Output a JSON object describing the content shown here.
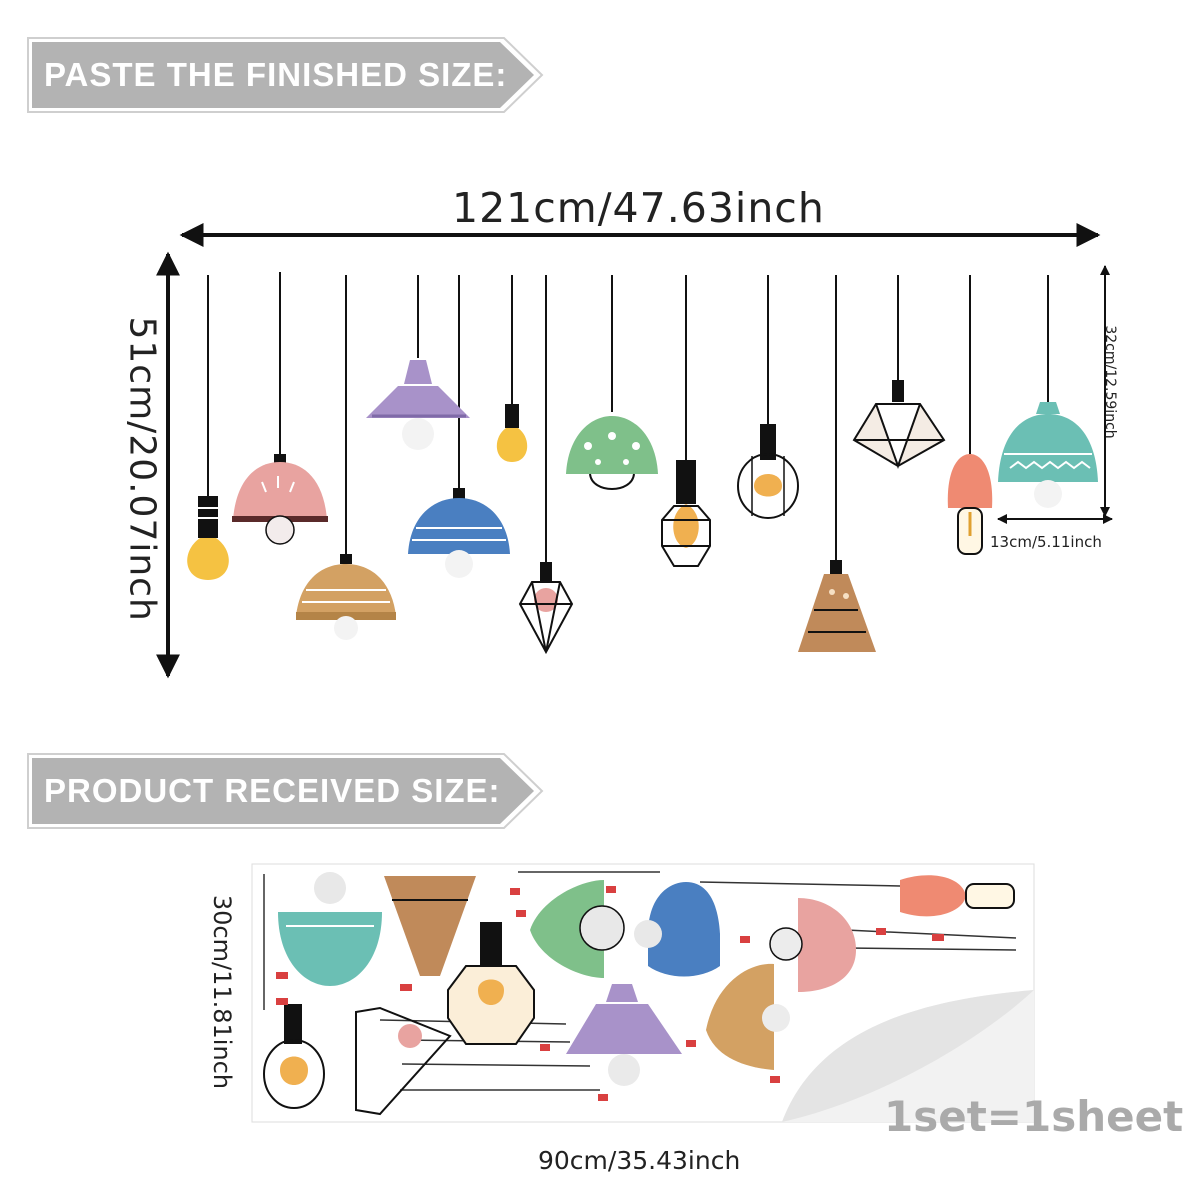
{
  "banners": {
    "finished": "PASTE THE FINISHED SIZE:",
    "received": "PRODUCT RECEIVED SIZE:"
  },
  "finished": {
    "width_label": "121cm/47.63inch",
    "height_label": "51cm/20.07inch",
    "lamp_height_label": "32cm/12.59inch",
    "lamp_width_label": "13cm/5.11inch"
  },
  "received": {
    "height_label": "30cm/11.81inch",
    "width_label": "90cm/35.43inch",
    "set_label": "1set=1sheet"
  },
  "colors": {
    "banner": "#b3b3b3",
    "yellow": "#f5c242",
    "pink": "#e8a3a0",
    "purple": "#a892c9",
    "blue": "#4a7fc1",
    "green": "#7fc08a",
    "orange": "#d89a5f",
    "teal": "#6bbfb4"
  }
}
